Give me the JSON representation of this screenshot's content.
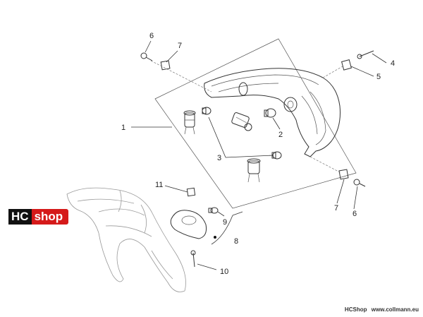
{
  "callouts": [
    {
      "id": "c1",
      "label": "1"
    },
    {
      "id": "c2",
      "label": "2"
    },
    {
      "id": "c3",
      "label": "3"
    },
    {
      "id": "c4",
      "label": "4"
    },
    {
      "id": "c5",
      "label": "5"
    },
    {
      "id": "c6a",
      "label": "6"
    },
    {
      "id": "c6b",
      "label": "6"
    },
    {
      "id": "c7a",
      "label": "7"
    },
    {
      "id": "c7b",
      "label": "7"
    },
    {
      "id": "c8",
      "label": "8"
    },
    {
      "id": "c9",
      "label": "9"
    },
    {
      "id": "c10",
      "label": "10"
    },
    {
      "id": "c11",
      "label": "11"
    }
  ],
  "logo": {
    "hc": "HC",
    "shop": "shop"
  },
  "footer": {
    "brand": "HCShop",
    "site": "www.collmann.eu"
  },
  "colors": {
    "logo_red": "#d51a1a",
    "logo_black": "#111111",
    "line": "#333333"
  }
}
